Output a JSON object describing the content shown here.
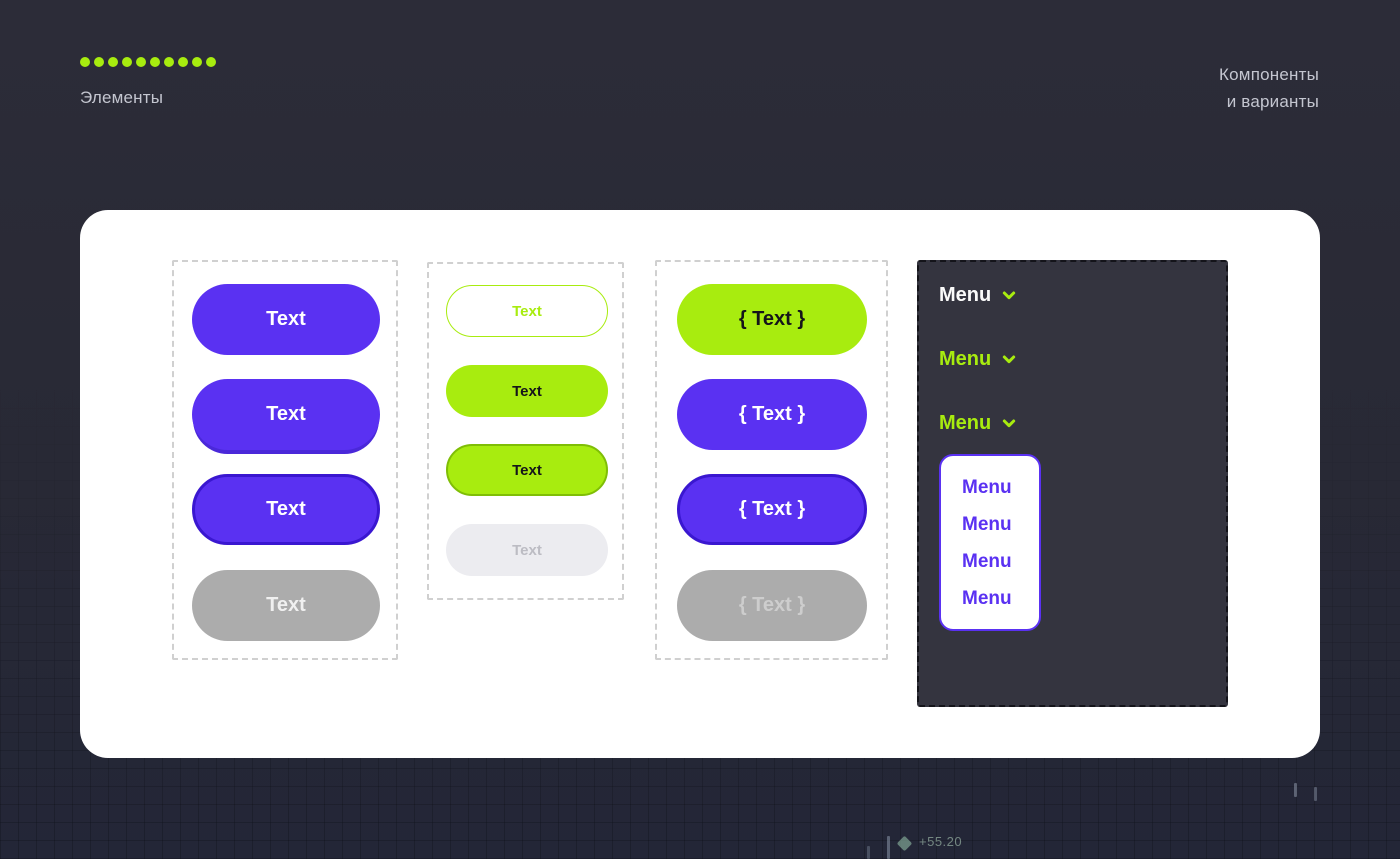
{
  "header": {
    "left_label": "Элементы",
    "right_line1": "Компоненты",
    "right_line2": "и варианты",
    "dots_count": 10
  },
  "colors": {
    "accent_purple": "#5A31F2",
    "accent_purple_dark": "#3A17D0",
    "accent_lime": "#A8EC0F",
    "bg_top": "#2C2C38",
    "bg_bottom": "#232637",
    "panel_dark": "#34343F",
    "disabled_gray": "#ACACAC",
    "disabled_light": "#ECECF0"
  },
  "card": {
    "groups": [
      {
        "name": "primary-buttons",
        "buttons": [
          {
            "label": "Text",
            "variant": "primary"
          },
          {
            "label": "Text",
            "variant": "primary-pressed"
          },
          {
            "label": "Text",
            "variant": "primary-outline"
          },
          {
            "label": "Text",
            "variant": "disabled-gray"
          }
        ]
      },
      {
        "name": "secondary-buttons",
        "buttons": [
          {
            "label": "Text",
            "variant": "white-lime-outline"
          },
          {
            "label": "Text",
            "variant": "lime"
          },
          {
            "label": "Text",
            "variant": "lime-outline"
          },
          {
            "label": "Text",
            "variant": "disabled-light"
          }
        ]
      },
      {
        "name": "code-buttons",
        "buttons": [
          {
            "label": "{ Text }",
            "variant": "lime"
          },
          {
            "label": "{ Text }",
            "variant": "primary"
          },
          {
            "label": "{ Text }",
            "variant": "primary-outline"
          },
          {
            "label": "{ Text }",
            "variant": "disabled-gray"
          }
        ]
      }
    ],
    "menu": {
      "triggers": [
        {
          "label": "Menu",
          "state": "default"
        },
        {
          "label": "Menu",
          "state": "hover"
        },
        {
          "label": "Menu",
          "state": "open"
        }
      ],
      "dropdown": [
        {
          "label": "Menu"
        },
        {
          "label": "Menu"
        },
        {
          "label": "Menu"
        },
        {
          "label": "Menu"
        }
      ]
    }
  },
  "decor": {
    "ticker_value": "+55.20"
  }
}
